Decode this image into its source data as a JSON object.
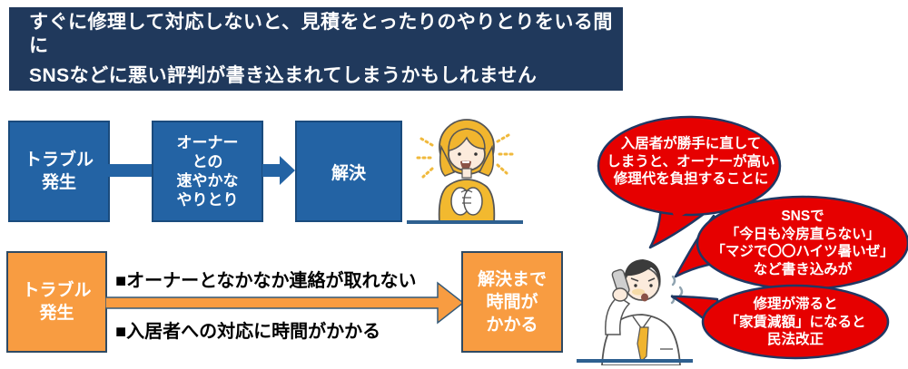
{
  "title_banner": {
    "line1": "すぐに修理して対応しないと、見積をとったりのやりとりをいる間に",
    "line2": "SNSなどに悪い評判が書き込まれてしまうかもしれません"
  },
  "smooth_flow": {
    "step1": "トラブル\n発生",
    "step2": "オーナー\nとの\n速やかな\nやりとり",
    "step3": "解決"
  },
  "delayed_flow": {
    "start": "トラブル\n発生",
    "issue1": "■オーナーとなかなか連絡が取れない",
    "issue2": "■入居者への対応に時間がかかる",
    "result": "解決まで\n時間が\nかかる"
  },
  "speech_bubbles": [
    {
      "text": "入居者が勝手に直して\nしまうと、オーナーが高い\n修理代を負担することに"
    },
    {
      "text": "SNSで\n「今日も冷房直らない」\n「マジで〇〇ハイツ暑いぜ」\nなど書き込みが"
    },
    {
      "text": "修理が滞ると\n「家賃減額」になると\n民法改正"
    }
  ],
  "colors": {
    "banner_bg": "#20395C",
    "blue_box": "#2363A4",
    "orange_box": "#F89C41",
    "bubble_red": "#E60000",
    "bubble_border": "#1F3864",
    "desk_line": "#2E6090"
  }
}
